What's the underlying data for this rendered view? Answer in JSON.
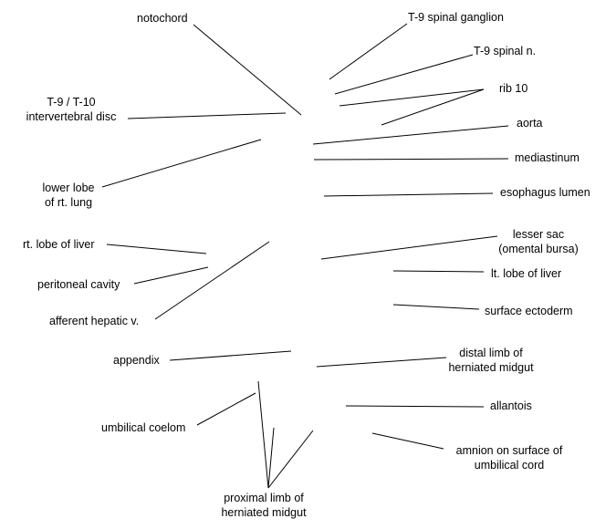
{
  "labels": {
    "notochord": "notochord",
    "t9_ganglion": "T-9 spinal ganglion",
    "t9_nerve": "T-9 spinal n.",
    "rib10": "rib 10",
    "disc_1": "T-9 / T-10",
    "disc_2": "intervertebral disc",
    "aorta": "aorta",
    "mediastinum": "mediastinum",
    "lower_lobe_1": "lower lobe",
    "lower_lobe_2": "of rt. lung",
    "esophagus": "esophagus lumen",
    "lesser_sac_1": "lesser sac",
    "lesser_sac_2": "(omental bursa)",
    "rt_liver": "rt. lobe of liver",
    "lt_liver": "lt. lobe of liver",
    "peritoneal": "peritoneal cavity",
    "ectoderm": "surface ectoderm",
    "afferent": "afferent hepatic v.",
    "appendix": "appendix",
    "distal_1": "distal limb of",
    "distal_2": "herniated midgut",
    "allantois": "allantois",
    "umb_coelom": "umbilical coelom",
    "amnion_1": "amnion on surface of",
    "amnion_2": "umbilical cord",
    "proximal_1": "proximal limb of",
    "proximal_2": "herniated midgut"
  }
}
